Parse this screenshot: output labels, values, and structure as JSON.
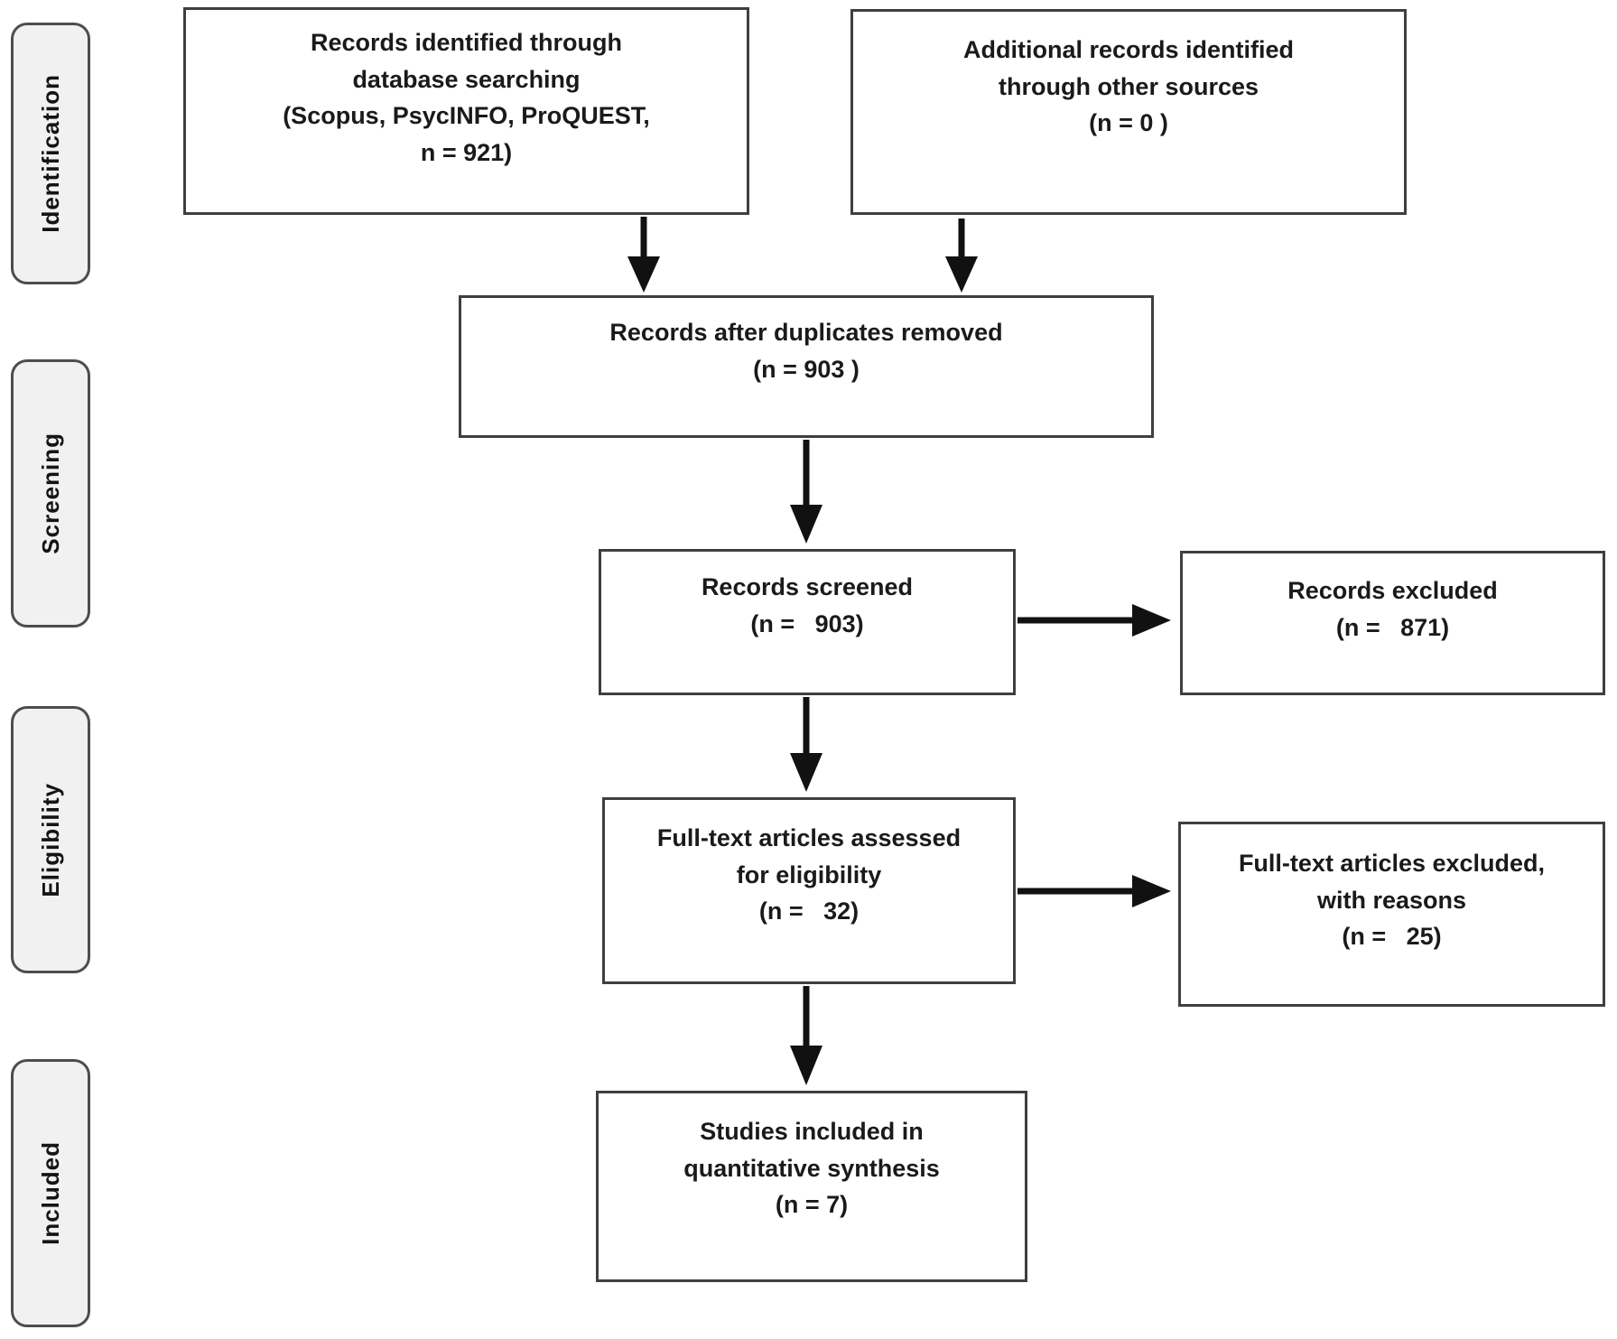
{
  "sidebar": {
    "labels": [
      "Identification",
      "Screening",
      "Eligibility",
      "Included"
    ]
  },
  "boxes": {
    "identified": "Records identified through\ndatabase searching\n(Scopus, PsycINFO, ProQUEST,\nn = 921)",
    "additional": "Additional records identified\nthrough other sources\n(n = 0 )",
    "deduplicated": "Records after duplicates removed\n(n = 903 )",
    "screened": "Records screened\n(n =   903)",
    "excluded": "Records excluded\n(n =   871)",
    "fulltext_assessed": "Full-text articles assessed\nfor eligibility\n(n =   32)",
    "fulltext_excluded": "Full-text articles excluded,\nwith reasons\n(n =   25)",
    "included": "Studies included in\nquantitative synthesis\n(n = 7)"
  },
  "colors": {
    "box_border": "#3f3f3f",
    "stage_fill": "#f1f1f1",
    "arrow": "#111111",
    "text": "#1a1a1a"
  }
}
